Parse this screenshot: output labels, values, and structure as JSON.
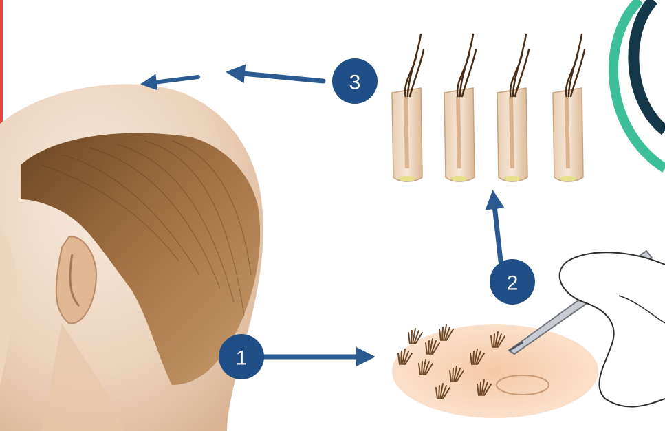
{
  "steps": [
    {
      "number": "1"
    },
    {
      "number": "2"
    },
    {
      "number": "3"
    }
  ],
  "colors": {
    "arrow": "#2a5a8f",
    "badge": "#1f4f86",
    "accent_teal": "#3dbf9a",
    "accent_navy": "#14384a",
    "frame_left": "#e0463c",
    "skin": "#f0c8a6",
    "hair": "#7a4f28"
  }
}
